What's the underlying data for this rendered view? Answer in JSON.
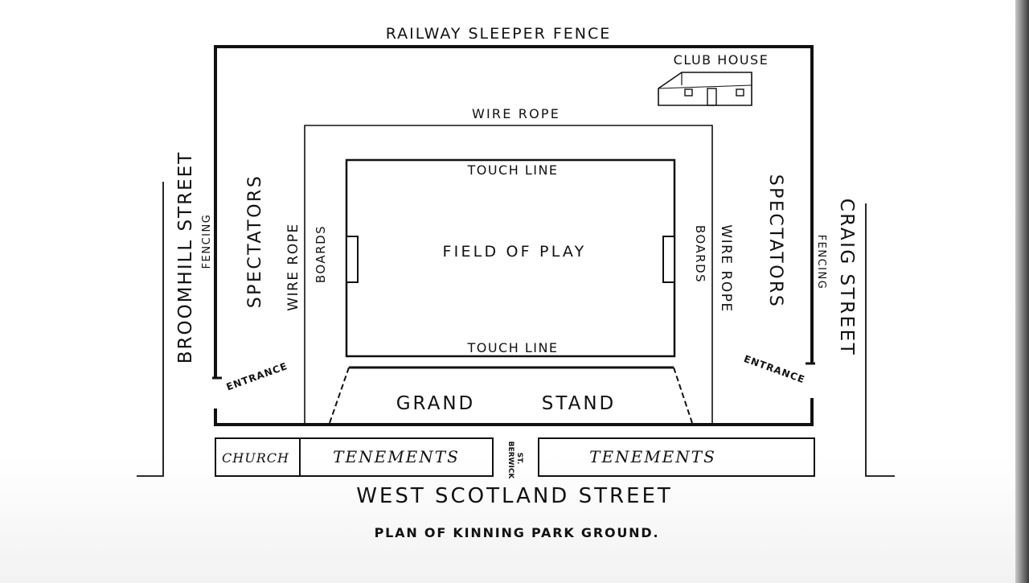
{
  "labels": {
    "railway_fence": "RAILWAY SLEEPER FENCE",
    "club_house": "CLUB HOUSE",
    "wire_rope_top": "WIRE ROPE",
    "touch_line_top": "TOUCH LINE",
    "touch_line_bottom": "TOUCH LINE",
    "field_of_play": "FIELD OF PLAY",
    "grand_stand_1": "GRAND",
    "grand_stand_2": "STAND",
    "broomhill_street": "BROOMHILL STREET",
    "craig_street": "CRAIG STREET",
    "fencing_left": "FENCING",
    "fencing_right": "FENCING",
    "spectators_left": "SPECTATORS",
    "spectators_right": "SPECTATORS",
    "wire_rope_left": "WIRE ROPE",
    "wire_rope_right": "WIRE ROPE",
    "boards_left": "BOARDS",
    "boards_right": "BOARDS",
    "entrance_left": "ENTRANCE",
    "entrance_right": "ENTRANCE",
    "church": "CHURCH",
    "tenements_left": "TENEMENTS",
    "tenements_right": "TENEMENTS",
    "berwick_st_1": "BERWICK",
    "berwick_st_2": "ST.",
    "west_scotland_street": "WEST SCOTLAND STREET",
    "caption": "PLAN OF KINNING PARK GROUND."
  },
  "colors": {
    "ink": "#111111",
    "paper": "#ffffff"
  }
}
